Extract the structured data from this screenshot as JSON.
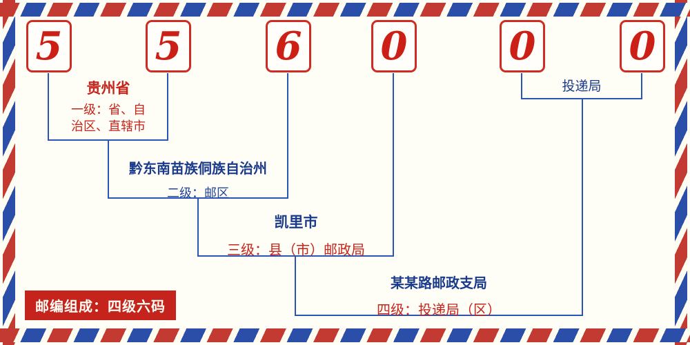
{
  "code": {
    "digits": [
      "5",
      "5",
      "6",
      "0",
      "0",
      "0"
    ]
  },
  "levels": [
    {
      "name": "贵州省",
      "desc": "一级：省、自治区、直辖市"
    },
    {
      "name": "黔东南苗族侗族自治州",
      "desc": "二级：邮区"
    },
    {
      "name": "凯里市",
      "desc": "三级：县（市）邮政局"
    },
    {
      "name": "某某路邮政支局",
      "desc": "四级：投递局（区）"
    }
  ],
  "delivery_office_label": "投递局",
  "footer_note": "邮编组成：四级六码",
  "colors": {
    "digit_red": "#cc1f16",
    "box_border_red": "#cf2b22",
    "text_red": "#c5241c",
    "text_navy": "#1a3a8c",
    "text_blue": "#2145a0",
    "line_blue": "#2b55b5",
    "stripe_red": "#c23a32",
    "stripe_blue": "#2b4fa8",
    "background": "#fffef6"
  }
}
